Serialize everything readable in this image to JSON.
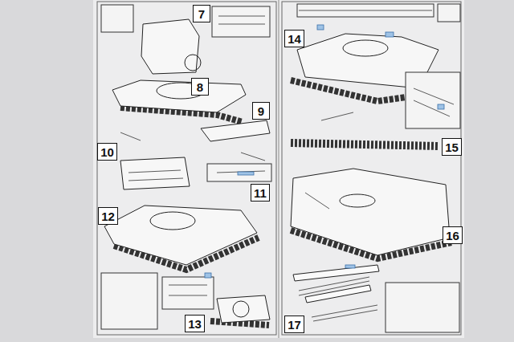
{
  "diagram": {
    "nodes": [
      {
        "text": [
          "7"
        ]
      },
      {
        "text": [
          "8"
        ]
      },
      {
        "text": [
          "9"
        ]
      },
      {
        "text": [
          "10"
        ]
      },
      {
        "text": [
          "11"
        ]
      },
      {
        "text": [
          "12"
        ]
      },
      {
        "text": [
          "13"
        ]
      },
      {
        "text": [
          "14"
        ]
      },
      {
        "text": [
          "15"
        ]
      },
      {
        "text": [
          "16"
        ]
      },
      {
        "text": [
          "17"
        ]
      }
    ]
  }
}
